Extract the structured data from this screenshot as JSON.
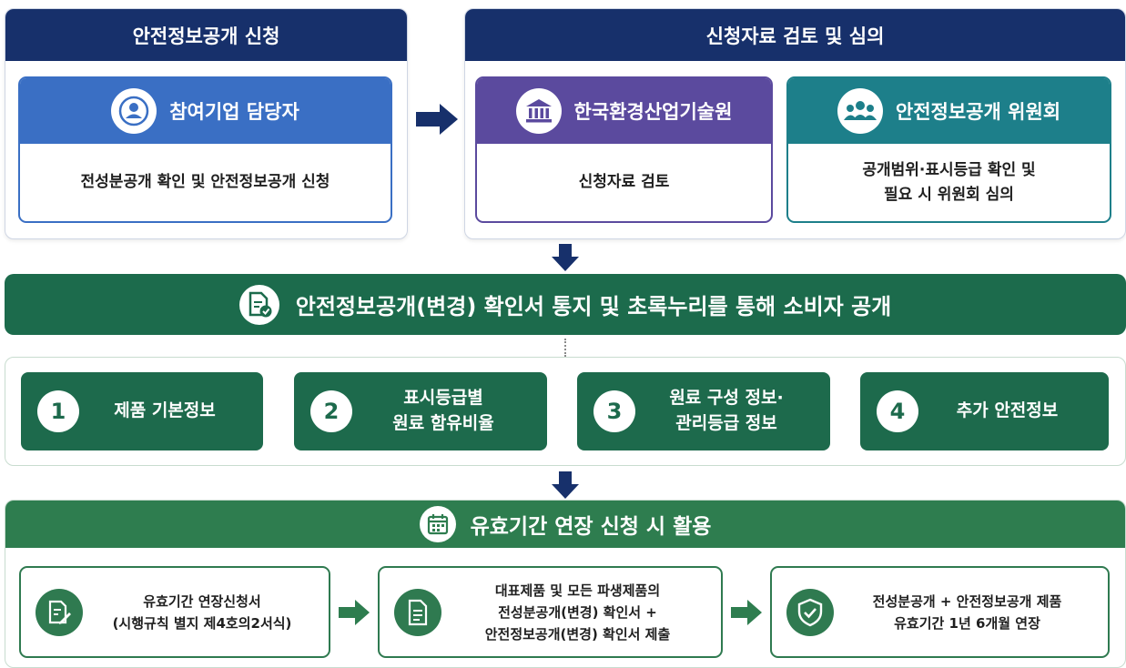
{
  "apply_panel": {
    "title": "안전정보공개 신청",
    "card": {
      "header": "참여기업 담당자",
      "icon": "person-icon",
      "body": "전성분공개 확인 및 안전정보공개 신청"
    }
  },
  "review_panel": {
    "title": "신청자료 검토 및 심의",
    "card_institute": {
      "header": "한국환경산업기술원",
      "icon": "institution-icon",
      "body": "신청자료 검토"
    },
    "card_committee": {
      "header": "안전정보공개 위원회",
      "icon": "people-icon",
      "body_line1": "공개범위·표시등급 확인 및",
      "body_line2": "필요 시 위원회 심의"
    }
  },
  "notice_bar": {
    "title": "안전정보공개(변경) 확인서 통지 및 초록누리를 통해 소비자 공개",
    "icon": "document-check-icon"
  },
  "disclosure_items": [
    {
      "number": "1",
      "line1": "제품 기본정보",
      "line2": ""
    },
    {
      "number": "2",
      "line1": "표시등급별",
      "line2": "원료 함유비율"
    },
    {
      "number": "3",
      "line1": "원료 구성 정보·",
      "line2": "관리등급 정보"
    },
    {
      "number": "4",
      "line1": "추가 안전정보",
      "line2": ""
    }
  ],
  "extension_panel": {
    "title": "유효기간 연장 신청 시 활용",
    "icon": "calendar-icon",
    "steps": [
      {
        "icon": "document-pen-icon",
        "line1": "유효기간 연장신청서",
        "line2": "(시행규칙 별지 제4호의2서식)",
        "line3": ""
      },
      {
        "icon": "document-icon",
        "line1": "대표제품 및 모든 파생제품의",
        "line2": "전성분공개(변경) 확인서 +",
        "line3": "안전정보공개(변경) 확인서 제출"
      },
      {
        "icon": "shield-check-icon",
        "line1": "전성분공개 + 안전정보공개 제품",
        "line2": "유효기간 1년 6개월 연장",
        "line3": ""
      }
    ]
  },
  "colors": {
    "navy": "#17306b",
    "blue": "#3a6fc4",
    "purple": "#5b4a9e",
    "teal": "#1d7f8a",
    "dark_green": "#1c6b4c",
    "green": "#2e7d4f"
  }
}
